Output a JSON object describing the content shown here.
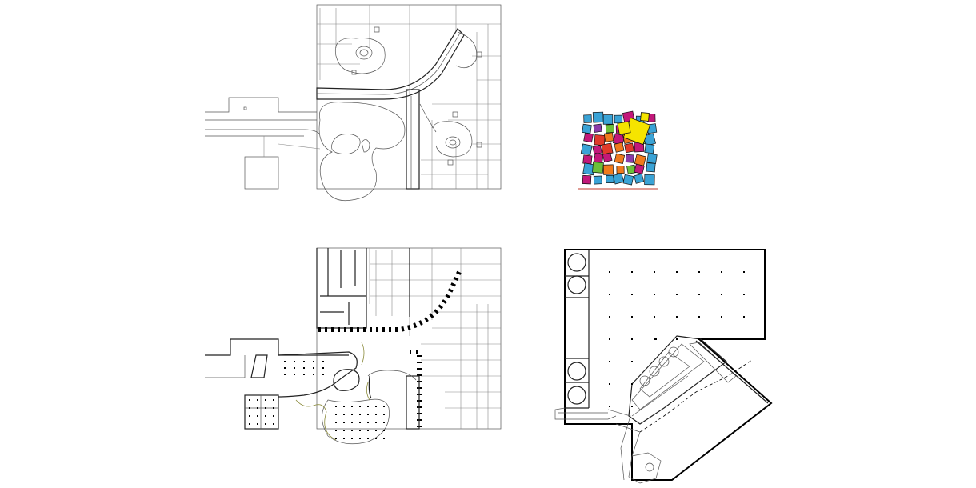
{
  "drawing": {
    "background": "#ffffff",
    "line_color": "#222222",
    "panels": [
      {
        "id": "plan-upper-level"
      },
      {
        "id": "colored-tiles-detail"
      },
      {
        "id": "plan-lower-level"
      },
      {
        "id": "plan-angled-building"
      }
    ]
  },
  "tiles": {
    "palette": {
      "blue": "#3aa3d6",
      "magenta": "#c2187a",
      "orange": "#f07a1c",
      "green": "#6cbf3a",
      "yellow": "#f5e400",
      "red": "#e03a2a",
      "purple": "#8a3aa8"
    }
  }
}
